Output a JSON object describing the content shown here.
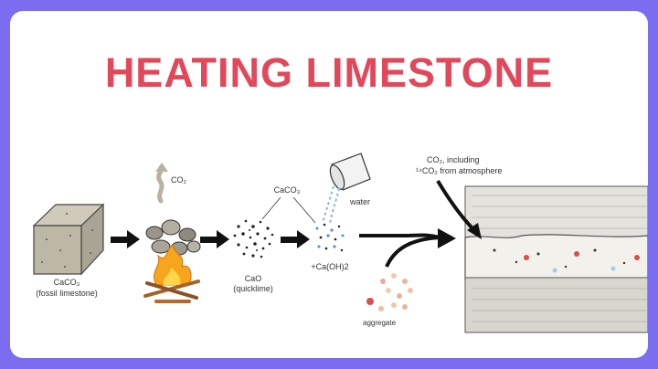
{
  "title": "HEATING LIMESTONE",
  "colors": {
    "background": "#7b6cf0",
    "card": "#ffffff",
    "title": "#e2475a"
  },
  "labels": {
    "limestone_formula": "CaCO₃",
    "limestone_name": "(fossil limestone)",
    "co2": "CO₂",
    "caco3_top": "CaCO₃",
    "quicklime_formula": "CaO",
    "quicklime_name": "(quicklime)",
    "water": "water",
    "slaked": "+Ca(OH)2",
    "atmo_line1": "CO₂, including",
    "atmo_line2": "¹⁴CO₂ from atmosphere",
    "aggregate": "aggregate"
  },
  "icons": [
    "limestone-block",
    "co2-smoke",
    "rocks",
    "fire",
    "quicklime-powder",
    "water-bucket",
    "mortar-joint",
    "arrow"
  ]
}
